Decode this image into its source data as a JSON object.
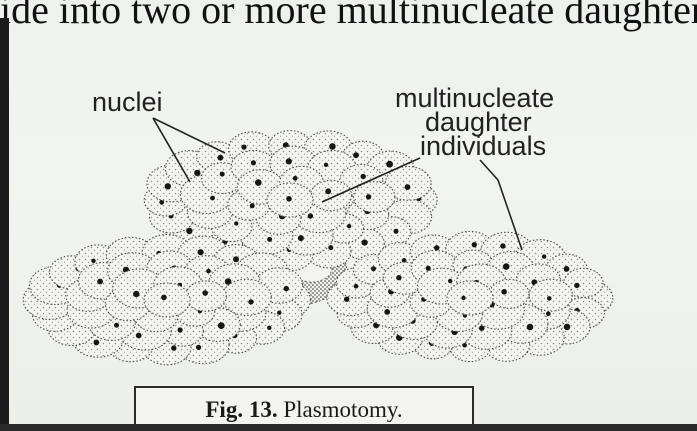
{
  "header_text": "ide into two or more multinucleate daughter ind",
  "labels": {
    "nuclei": "nuclei",
    "multinucleate_line1": "multinucleate",
    "multinucleate_line2": "daughter",
    "multinucleate_line3": "individuals"
  },
  "caption": {
    "label": "Fig. 13.",
    "title": "Plasmotomy."
  },
  "colors": {
    "ink": "#222222",
    "paper": "#f1f3f0",
    "stipple": "#3a3a3a"
  }
}
